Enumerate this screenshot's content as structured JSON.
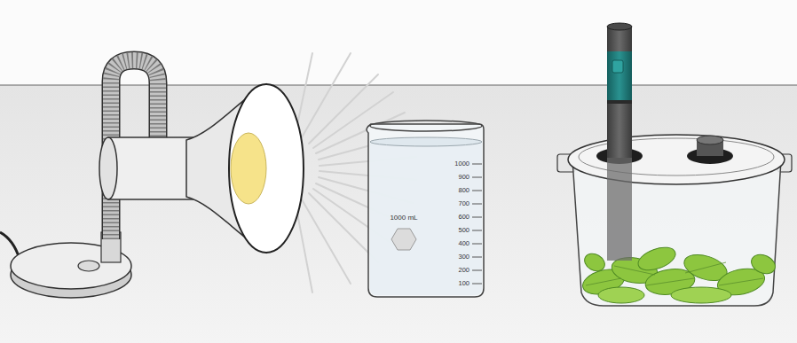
{
  "diagram": {
    "labels": [
      "1000 mL",
      "1000",
      "900",
      "800",
      "700",
      "600",
      "500",
      "400",
      "300",
      "200",
      "100"
    ]
  }
}
